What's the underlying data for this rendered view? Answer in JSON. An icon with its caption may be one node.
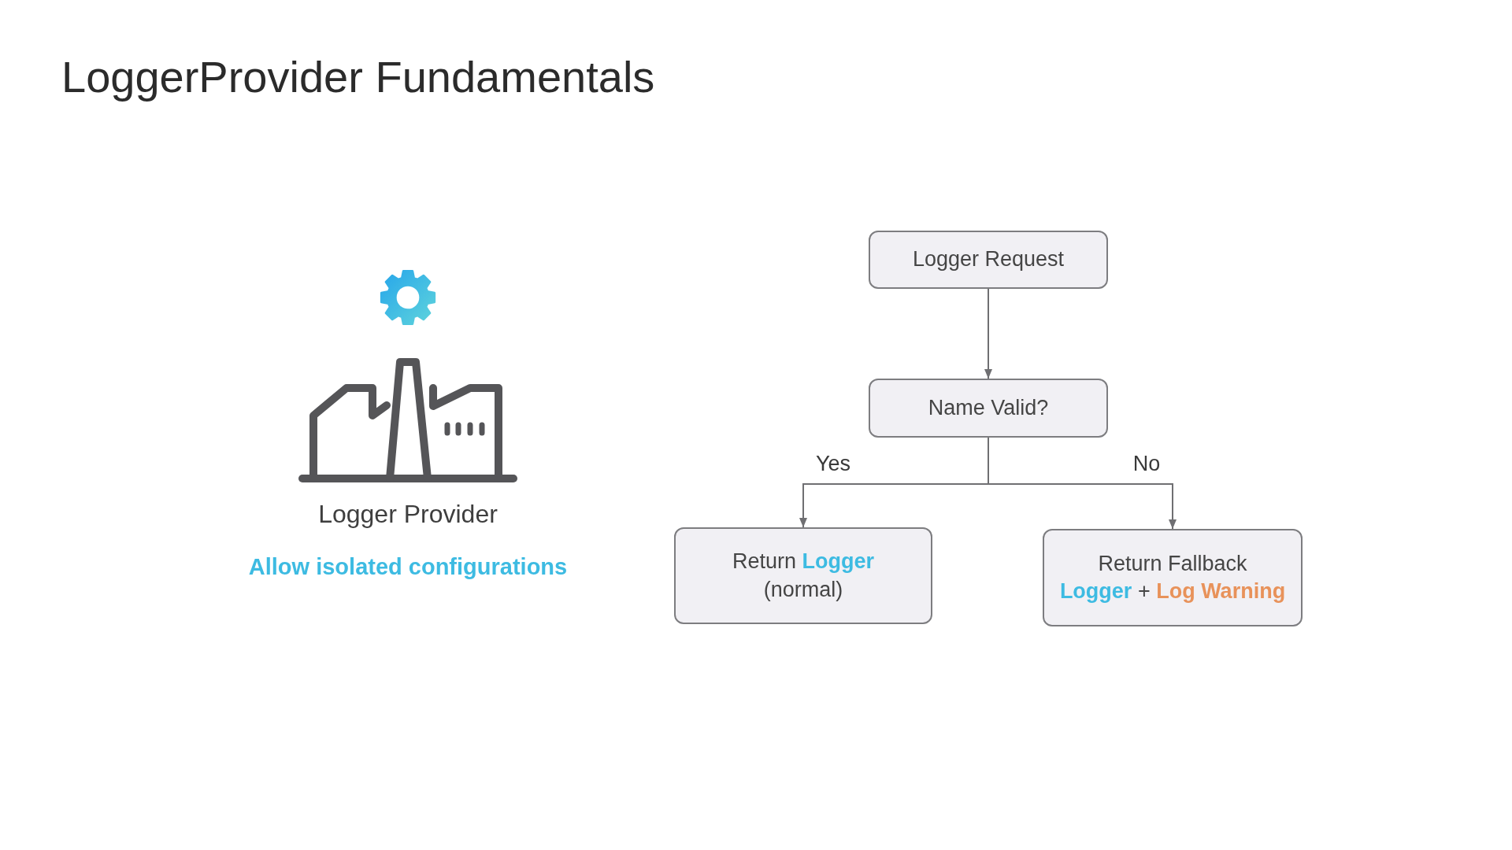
{
  "diagram": {
    "title": "LoggerProvider Fundamentals",
    "nodes": [
      {
        "text": [
          "Logger Request"
        ]
      },
      {
        "text": [
          "Name Valid?"
        ]
      },
      {
        "text": [
          "Return **Logger** (normal)"
        ]
      },
      {
        "text": [
          "Return Fallback **Logger** + **Log Warning**"
        ]
      }
    ],
    "edges": [
      {
        "from": 0,
        "to": 1,
        "arrow": "to"
      },
      {
        "from": 1,
        "to": 2,
        "arrow": "to",
        "label": "Yes"
      },
      {
        "from": 1,
        "to": 3,
        "arrow": "to",
        "label": "No"
      }
    ],
    "labels": [
      "Logger Provider",
      "Allow isolated configurations"
    ]
  }
}
